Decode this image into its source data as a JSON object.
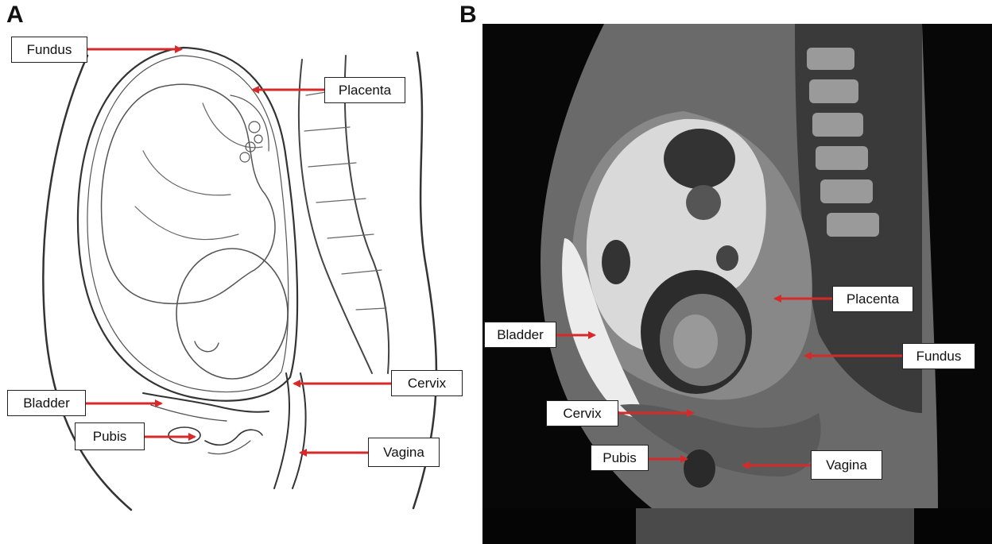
{
  "panels": {
    "a": {
      "letter": "A"
    },
    "b": {
      "letter": "B"
    }
  },
  "colors": {
    "arrow": "#d62a2a",
    "mri_background": "#070707"
  },
  "labels_a": {
    "fundus": "Fundus",
    "placenta": "Placenta",
    "cervix": "Cervix",
    "bladder": "Bladder",
    "pubis": "Pubis",
    "vagina": "Vagina"
  },
  "labels_b": {
    "placenta": "Placenta",
    "bladder": "Bladder",
    "fundus": "Fundus",
    "cervix": "Cervix",
    "pubis": "Pubis",
    "vagina": "Vagina"
  }
}
